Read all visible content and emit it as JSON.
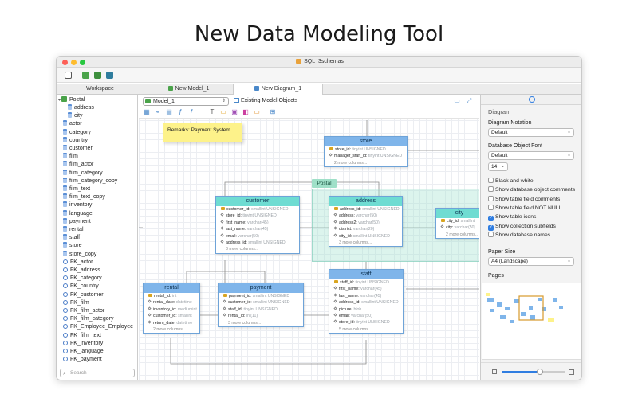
{
  "headline": "New Data Modeling Tool",
  "window": {
    "title": "SQL_3schemas"
  },
  "colors": {
    "accent": "#2f7de1",
    "entity_header_blue": "#7fb5ea",
    "entity_header_teal": "#6fdcd2",
    "group": "#a4e1d0",
    "remark": "#fdf28a"
  },
  "tabs": {
    "workspace": "Workspace",
    "model": "New Model_1",
    "diagram": "New Diagram_1"
  },
  "sidebar": {
    "database": "Postal",
    "items": [
      "address",
      "city",
      "actor",
      "category",
      "country",
      "customer",
      "film",
      "film_actor",
      "film_category",
      "film_category_copy",
      "film_text",
      "film_text_copy",
      "inventory",
      "language",
      "payment",
      "rental",
      "staff",
      "store",
      "store_copy",
      "FK_actor",
      "FK_address",
      "FK_category",
      "FK_country",
      "FK_customer",
      "FK_film",
      "FK_film_actor",
      "FK_film_category",
      "FK_Employee_Employee",
      "FK_film_text",
      "FK_inventory",
      "FK_language",
      "FK_payment"
    ],
    "search_placeholder": "Search"
  },
  "canvas": {
    "model_select": "Model_1",
    "existing_button": "Existing Model Objects",
    "remark": "Remarks: Payment System",
    "group_label": "Postal"
  },
  "entities": {
    "store": {
      "title": "store",
      "rows": [
        {
          "name": "store_id:",
          "type": "tinyint UNSIGNED",
          "key": true
        },
        {
          "name": "manager_staff_id:",
          "type": "tinyint UNSIGNED"
        }
      ],
      "more": "2 more columns..."
    },
    "customer": {
      "title": "customer",
      "rows": [
        {
          "name": "customer_id:",
          "type": "smallint UNSIGNED",
          "key": true
        },
        {
          "name": "store_id:",
          "type": "tinyint UNSIGNED"
        },
        {
          "name": "first_name:",
          "type": "varchar(45)"
        },
        {
          "name": "last_name:",
          "type": "varchar(45)"
        },
        {
          "name": "email:",
          "type": "varchar(50)"
        },
        {
          "name": "address_id:",
          "type": "smallint UNSIGNED"
        }
      ],
      "more": "3 more columns..."
    },
    "address": {
      "title": "address",
      "rows": [
        {
          "name": "address_id:",
          "type": "smallint UNSIGNED",
          "key": true
        },
        {
          "name": "address:",
          "type": "varchar(50)"
        },
        {
          "name": "address2:",
          "type": "varchar(50)"
        },
        {
          "name": "district:",
          "type": "varchar(20)"
        },
        {
          "name": "city_id:",
          "type": "smallint UNSIGNED"
        }
      ],
      "more": "3 more columns..."
    },
    "city": {
      "title": "city",
      "rows": [
        {
          "name": "city_id:",
          "type": "smallint",
          "key": true
        },
        {
          "name": "city:",
          "type": "varchar(50)"
        }
      ],
      "more": "2 more columns..."
    },
    "rental": {
      "title": "rental",
      "rows": [
        {
          "name": "rental_id:",
          "type": "int",
          "key": true
        },
        {
          "name": "rental_date:",
          "type": "datetime"
        },
        {
          "name": "inventory_id:",
          "type": "mediumint"
        },
        {
          "name": "customer_id:",
          "type": "smallint"
        },
        {
          "name": "return_date:",
          "type": "datetime"
        }
      ],
      "more": "2 more columns..."
    },
    "payment": {
      "title": "payment",
      "rows": [
        {
          "name": "payment_id:",
          "type": "smallint UNSIGNED",
          "key": true
        },
        {
          "name": "customer_id:",
          "type": "smallint UNSIGNED"
        },
        {
          "name": "staff_id:",
          "type": "tinyint UNSIGNED"
        },
        {
          "name": "rental_id:",
          "type": "int(11)"
        }
      ],
      "more": "3 more columns..."
    },
    "staff": {
      "title": "staff",
      "rows": [
        {
          "name": "staff_id:",
          "type": "tinyint UNSIGNED",
          "key": true
        },
        {
          "name": "first_name:",
          "type": "varchar(45)"
        },
        {
          "name": "last_name:",
          "type": "varchar(45)"
        },
        {
          "name": "address_id:",
          "type": "smallint UNSIGNED"
        },
        {
          "name": "picture:",
          "type": "blob"
        },
        {
          "name": "email:",
          "type": "varchar(50)"
        },
        {
          "name": "store_id:",
          "type": "tinyint UNSIGNED"
        }
      ],
      "more": "5 more columns..."
    }
  },
  "panel": {
    "heading": "Diagram",
    "notation_label": "Diagram Notation",
    "notation_value": "Default",
    "font_label": "Database Object Font",
    "font_value": "Default",
    "font_size": "14",
    "checkboxes": [
      {
        "label": "Black and white",
        "checked": false
      },
      {
        "label": "Show database object comments",
        "checked": false
      },
      {
        "label": "Show table field comments",
        "checked": false
      },
      {
        "label": "Show table field NOT NULL",
        "checked": false
      },
      {
        "label": "Show table icons",
        "checked": true
      },
      {
        "label": "Show collection subfields",
        "checked": true
      },
      {
        "label": "Show database names",
        "checked": false
      }
    ],
    "paper_label": "Paper Size",
    "paper_value": "A4 (Landscape)",
    "pages_label": "Pages",
    "zoom": 0.6
  }
}
